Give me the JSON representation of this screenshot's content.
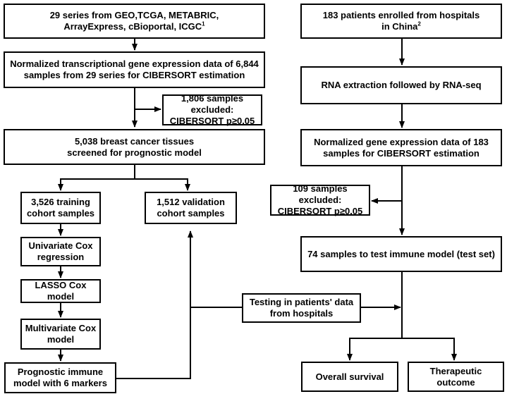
{
  "boxes": {
    "sources": {
      "text": "29 series from GEO,TCGA, METABRIC,\nArrayExpress, cBioportal, ICGC",
      "sup": "1"
    },
    "normalized_6844": {
      "text": "Normalized transcriptional gene expression data of 6,844\nsamples from 29 series for CIBERSORT estimation"
    },
    "excluded_1806": {
      "text": "1,806 samples excluded:\nCIBERSORT p≥0.05"
    },
    "tissues_5038": {
      "text": "5,038 breast cancer tissues\nscreened for prognostic model"
    },
    "training": {
      "text": "3,526 training\ncohort samples"
    },
    "validation": {
      "text": "1,512 validation\ncohort samples"
    },
    "univariate": {
      "text": "Univariate Cox\nregression"
    },
    "lasso": {
      "text": "LASSO Cox model"
    },
    "multivariate": {
      "text": "Multivariate Cox\nmodel"
    },
    "prognostic": {
      "text": "Prognostic immune\nmodel with 6 markers"
    },
    "enrolled": {
      "text": "183 patients enrolled from hospitals\nin China",
      "sup": "2"
    },
    "rna": {
      "text": "RNA extraction followed by RNA-seq"
    },
    "normalized_183": {
      "text": "Normalized gene expression data of 183\nsamples for CIBERSORT estimation"
    },
    "excluded_109": {
      "text": "109 samples excluded:\nCIBERSORT p≥0.05"
    },
    "test_74": {
      "text": "74 samples to test immune model (test set)"
    },
    "testing_hospitals": {
      "text": "Testing in patients' data\nfrom hospitals"
    },
    "overall": {
      "text": "Overall survival"
    },
    "therapeutic": {
      "text": "Therapeutic outcome"
    }
  },
  "colors": {
    "stroke": "#000000",
    "background": "#ffffff"
  }
}
